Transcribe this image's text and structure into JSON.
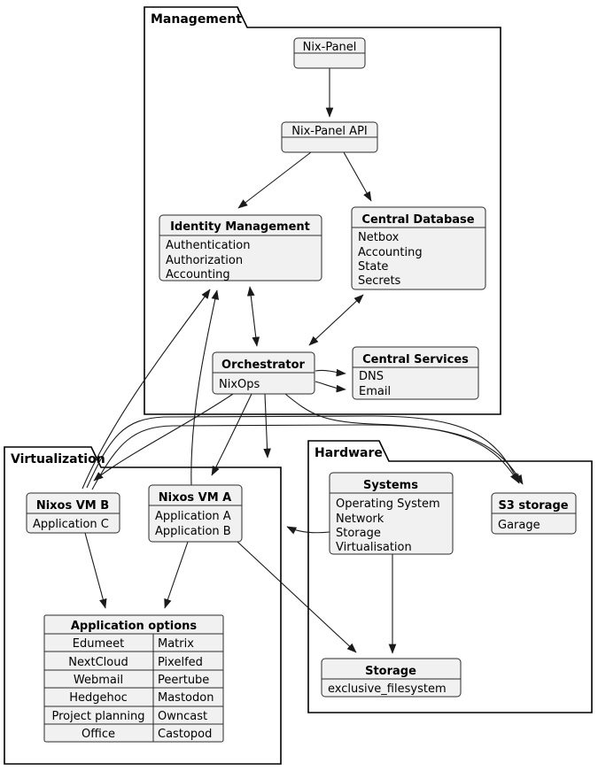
{
  "diagram_type": "plantuml-package-object-diagram",
  "colors": {
    "background": "#ffffff",
    "node_fill": "#f1f1f1",
    "node_border": "#2a2a2a",
    "package_border": "#000000",
    "edge": "#1a1a1a"
  },
  "packages": {
    "management": {
      "label": "Management"
    },
    "virtualization": {
      "label": "Virtualization"
    },
    "hardware": {
      "label": "Hardware"
    }
  },
  "nodes": {
    "nix_panel": {
      "title": "Nix-Panel",
      "lines": []
    },
    "nix_panel_api": {
      "title": "Nix-Panel API",
      "lines": []
    },
    "identity_management": {
      "title": "Identity Management",
      "lines": [
        "Authentication",
        "Authorization",
        "Accounting"
      ]
    },
    "central_database": {
      "title": "Central Database",
      "lines": [
        "Netbox",
        "Accounting",
        "State",
        "Secrets"
      ]
    },
    "orchestrator": {
      "title": "Orchestrator",
      "lines": [
        "NixOps"
      ]
    },
    "central_services": {
      "title": "Central Services",
      "lines": [
        "DNS",
        "Email"
      ]
    },
    "nixos_vm_b": {
      "title": "Nixos VM B",
      "lines": [
        "Application C"
      ]
    },
    "nixos_vm_a": {
      "title": "Nixos VM A",
      "lines": [
        "Application A",
        "Application B"
      ]
    },
    "app_options": {
      "title": "Application options",
      "rows": [
        [
          "Edumeet",
          "Matrix"
        ],
        [
          "NextCloud",
          "Pixelfed"
        ],
        [
          "Webmail",
          "Peertube"
        ],
        [
          "Hedgehoc",
          "Mastodon"
        ],
        [
          "Project planning",
          "Owncast"
        ],
        [
          "Office",
          "Castopod"
        ]
      ]
    },
    "systems": {
      "title": "Systems",
      "lines": [
        "Operating System",
        "Network",
        "Storage",
        "Virtualisation"
      ]
    },
    "s3_storage": {
      "title": "S3 storage",
      "lines": [
        "Garage"
      ]
    },
    "storage": {
      "title": "Storage",
      "lines": [
        "exclusive_filesystem"
      ]
    }
  },
  "edges": [
    {
      "from": "Nix-Panel",
      "to": "Nix-Panel API",
      "bidirectional": false
    },
    {
      "from": "Nix-Panel API",
      "to": "Identity Management",
      "bidirectional": false
    },
    {
      "from": "Nix-Panel API",
      "to": "Central Database",
      "bidirectional": false
    },
    {
      "from": "Identity Management",
      "to": "Orchestrator",
      "bidirectional": true
    },
    {
      "from": "Central Database",
      "to": "Orchestrator",
      "bidirectional": true
    },
    {
      "from": "Orchestrator",
      "to": "DNS",
      "bidirectional": false
    },
    {
      "from": "Orchestrator",
      "to": "Email",
      "bidirectional": false
    },
    {
      "from": "Orchestrator",
      "to": "Nixos VM A",
      "bidirectional": false
    },
    {
      "from": "Orchestrator",
      "to": "Nixos VM B",
      "bidirectional": false
    },
    {
      "from": "Orchestrator",
      "to": "Virtualization",
      "bidirectional": false
    },
    {
      "from": "Orchestrator",
      "to": "S3 storage",
      "bidirectional": false
    },
    {
      "from": "Nixos VM A",
      "to": "Identity Management",
      "bidirectional": false
    },
    {
      "from": "Nixos VM B",
      "to": "Identity Management",
      "bidirectional": false
    },
    {
      "from": "Nixos VM B",
      "to": "S3 storage",
      "bidirectional": false
    },
    {
      "from": "Nixos VM A",
      "to": "Application options",
      "bidirectional": false
    },
    {
      "from": "Nixos VM B",
      "to": "Application options",
      "bidirectional": false
    },
    {
      "from": "Nixos VM A",
      "to": "Storage",
      "bidirectional": false
    },
    {
      "from": "Systems",
      "to": "Storage",
      "bidirectional": false
    },
    {
      "from": "Systems",
      "to": "Virtualization",
      "bidirectional": false
    }
  ]
}
